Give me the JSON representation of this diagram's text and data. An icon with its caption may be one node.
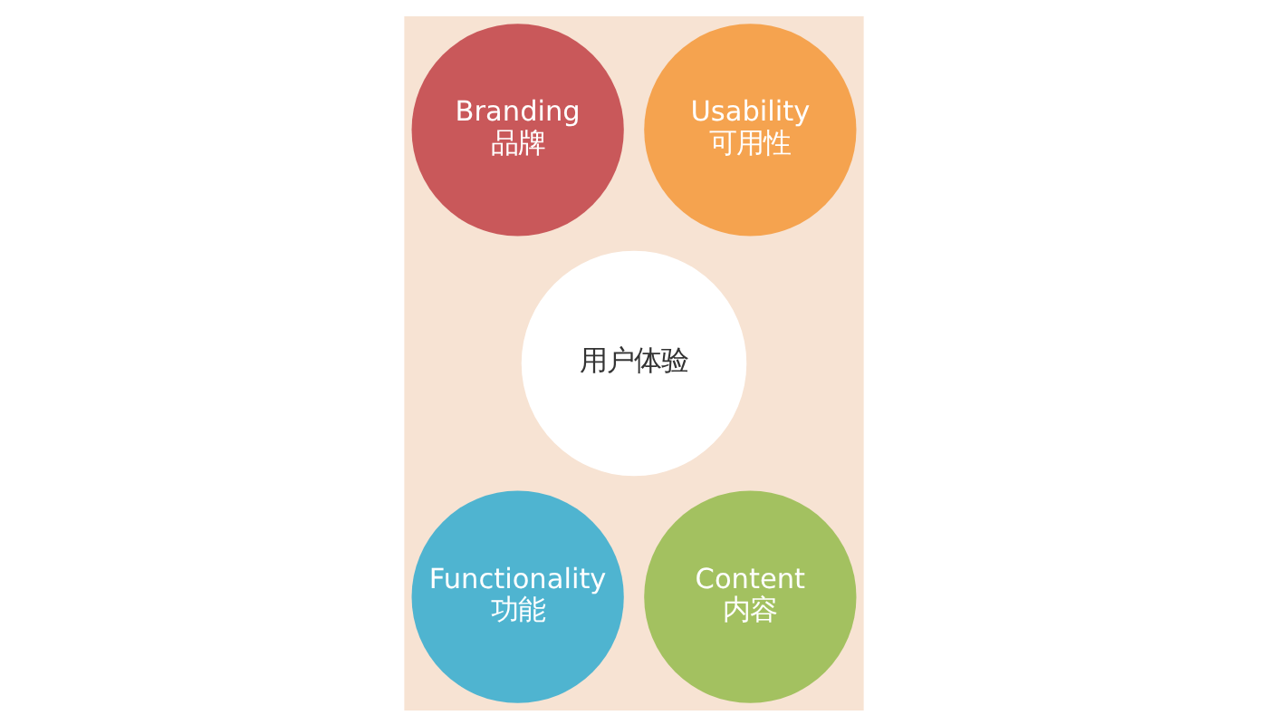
{
  "diagram": {
    "nodes": [
      {
        "text": [
          "Branding",
          "品牌"
        ]
      },
      {
        "text": [
          "Usability",
          "可用性"
        ]
      },
      {
        "text": [
          "用户体验"
        ]
      },
      {
        "text": [
          "Functionality",
          "功能"
        ]
      },
      {
        "text": [
          "Content",
          "内容"
        ]
      }
    ]
  }
}
